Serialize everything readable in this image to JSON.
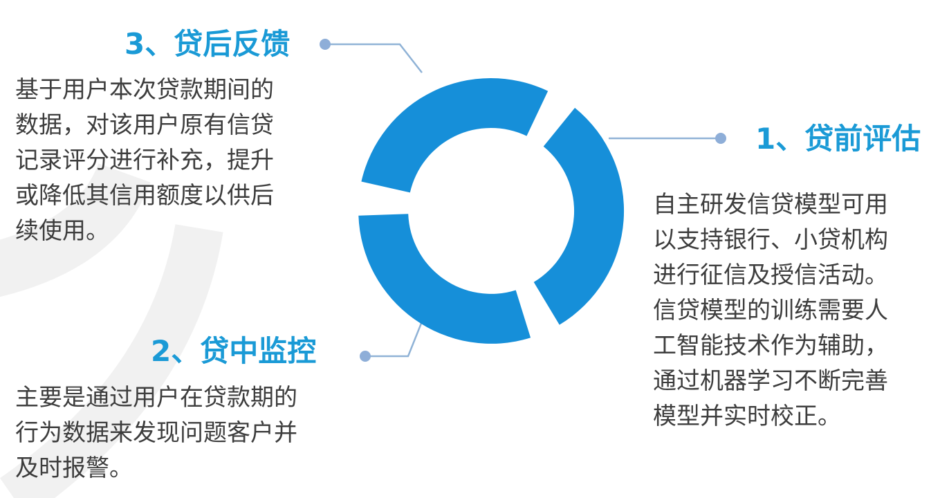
{
  "diagram": {
    "colors": {
      "ring": "#168fd9",
      "heading": "#1a9ad6",
      "connector": "#8fb2d6",
      "connector_dot": "#8eaed8",
      "background_arc": "#f1f1f1",
      "text": "#3d3d3d"
    },
    "stages": [
      {
        "id": "pre-loan",
        "title": "1、贷前评估",
        "lines": [
          "自主研发信贷模型可用",
          "以支持银行、小贷机构",
          "进行征信及授信活动。",
          "信贷模型的训练需要人",
          "工智能技术作为辅助，",
          "通过机器学习不断完善",
          "模型并实时校正。"
        ]
      },
      {
        "id": "in-loan",
        "title": "2、贷中监控",
        "lines": [
          "主要是通过用户在贷款期的",
          "行为数据来发现问题客户并",
          "及时报警。"
        ]
      },
      {
        "id": "post-loan",
        "title": "3、贷后反馈",
        "lines": [
          "基于用户本次贷款期间的",
          "数据，对该用户原有信贷",
          "记录评分进行补充，提升",
          "或降低其信用额度以供后",
          "续使用。"
        ]
      }
    ]
  }
}
